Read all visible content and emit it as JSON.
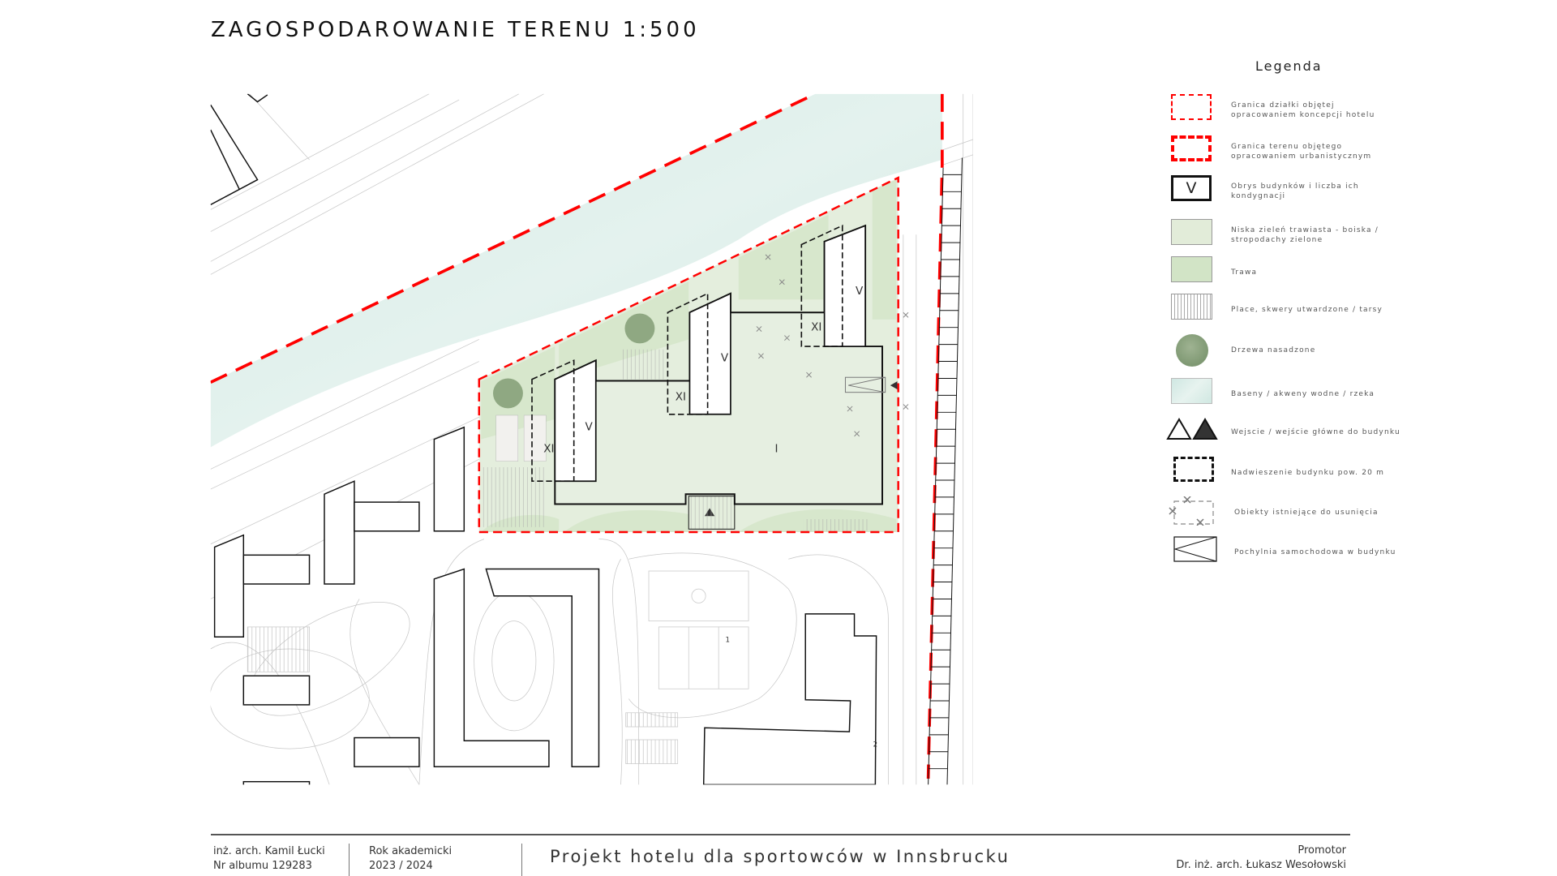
{
  "title": "ZAGOSPODAROWANIE TERENU 1:500",
  "plan": {
    "floor_labels": {
      "left_tower": "V",
      "left_overhang": "XI",
      "mid_tower": "V",
      "mid_overhang": "XI",
      "right_tower": "V",
      "right_overhang": "XI",
      "podium": "I"
    },
    "site_numbers": [
      "1",
      "2"
    ],
    "colors": {
      "boundary": "#ff0000",
      "grass": "#dbe9d2",
      "low_green": "#e6efe0",
      "water": "#d8ece8",
      "outline": "#111111"
    }
  },
  "legend": {
    "title": "Legenda",
    "items": [
      {
        "icon": "red-dashed-thin",
        "label": "Granica działki objętej opracowaniem koncepcji hotelu"
      },
      {
        "icon": "red-dashed-thick",
        "label": "Granica terenu objętego opracowaniem urbanistycznym"
      },
      {
        "icon": "building-outline",
        "symbol": "V",
        "label": "Obrys budynków i liczba ich kondygnacji"
      },
      {
        "icon": "low-green",
        "label": "Niska zieleń trawiasta - boiska / stropodachy zielone"
      },
      {
        "icon": "grass",
        "label": "Trawa"
      },
      {
        "icon": "hatched-paving",
        "label": "Place, skwery utwardzone / tarsy"
      },
      {
        "icon": "tree",
        "label": "Drzewa nasadzone"
      },
      {
        "icon": "water",
        "label": "Baseny / akweny wodne / rzeka"
      },
      {
        "icon": "entry-triangles",
        "label": "Wejscie / wejście główne do budynku"
      },
      {
        "icon": "black-dashed",
        "label": "Nadwieszenie budynku pow. 20 m"
      },
      {
        "icon": "removal-dashed-x",
        "label": "Obiekty istniejące do usunięcia"
      },
      {
        "icon": "car-ramp",
        "label": "Pochylnia samochodowa w budynku"
      }
    ]
  },
  "footer": {
    "author": "inż. arch. Kamil Łucki",
    "album": "Nr albumu 129283",
    "year_label": "Rok akademicki",
    "year": "2023 / 2024",
    "project_title": "Projekt hotelu dla sportowców w Innsbrucku",
    "promotor_label": "Promotor",
    "promotor": "Dr. inż. arch. Łukasz Wesołowski"
  }
}
